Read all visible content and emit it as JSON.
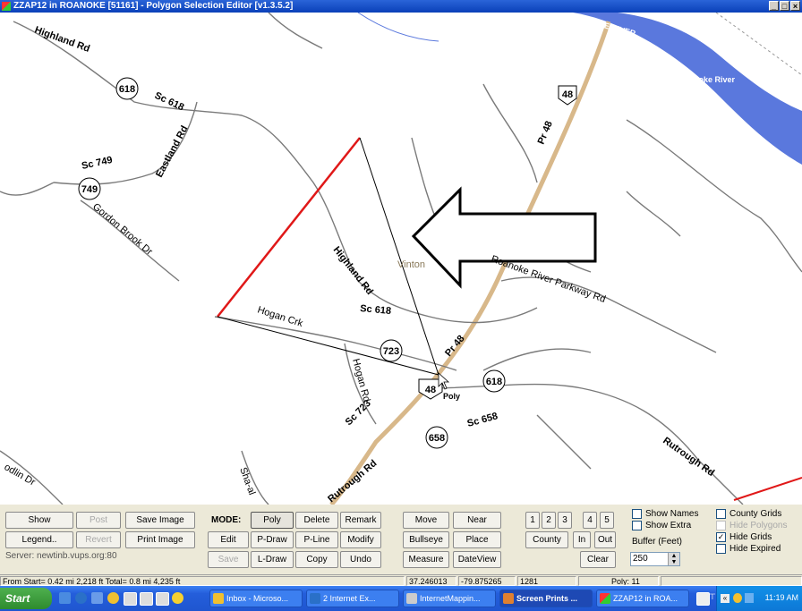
{
  "window": {
    "title": "ZZAP12 in ROANOKE [51161] - Polygon Selection Editor [v1.3.5.2]"
  },
  "map": {
    "roads": [
      "Highland Rd",
      "Sc 618",
      "Eastland Rd",
      "Sc 749",
      "Gordon Brook Dr",
      "Highland Rd",
      "Sc 618",
      "Hogan Crk",
      "Hogan Rd",
      "Sc 723",
      "Pr 48",
      "Pr 48",
      "Roanoke River Parkway Rd",
      "Sc 658",
      "Rutrough Rd",
      "Rutrough Rd",
      "Sha-al",
      "odlin Dr"
    ],
    "shields": [
      "618",
      "749",
      "723",
      "48",
      "618",
      "658",
      "48"
    ],
    "places": [
      "Vinton",
      "Roanoke River",
      "NOKE RIVER"
    ],
    "cursor_label": "Poly"
  },
  "panel": {
    "show": "Show",
    "post": "Post",
    "save_image": "Save Image",
    "legend": "Legend..",
    "revert": "Revert",
    "print_image": "Print Image",
    "server": "Server: newtinb.vups.org:80",
    "mode_label": "MODE:",
    "edit": "Edit",
    "save": "Save",
    "poly": "Poly",
    "p_draw": "P-Draw",
    "l_draw": "L-Draw",
    "delete": "Delete",
    "p_line": "P-Line",
    "copy": "Copy",
    "remark": "Remark",
    "modify": "Modify",
    "undo": "Undo",
    "move": "Move",
    "near": "Near",
    "bullseye": "Bullseye",
    "place": "Place",
    "measure": "Measure",
    "dateview": "DateView",
    "n1": "1",
    "n2": "2",
    "n3": "3",
    "n4": "4",
    "n5": "5",
    "county": "County",
    "in": "In",
    "out": "Out",
    "clear": "Clear",
    "show_names": "Show Names",
    "show_extra": "Show Extra",
    "buffer_label": "Buffer (Feet)",
    "buffer_value": "250",
    "county_grids": "County Grids",
    "hide_polygons": "Hide Polygons",
    "hide_grids": "Hide Grids",
    "hide_expired": "Hide Expired",
    "hide_grids_checked": "✓"
  },
  "status": {
    "distance": "From Start= 0.42 mi 2,218 ft  Total= 0.8 mi 4,235 ft",
    "lat": "37.246013",
    "lon": "-79.875265",
    "elev": "1281",
    "poly": "Poly: 11"
  },
  "taskbar": {
    "start": "Start",
    "tasks": [
      "Inbox - Microso...",
      "2 Internet Ex...",
      "InternetMappin...",
      "Screen Prints ...",
      "ZZAP12 in ROA..."
    ],
    "clock": "11:19 AM"
  },
  "colors": {
    "red_line": "#e01818",
    "river": "#5a78dd",
    "road": "#777777",
    "highway": "#d8b88a"
  }
}
